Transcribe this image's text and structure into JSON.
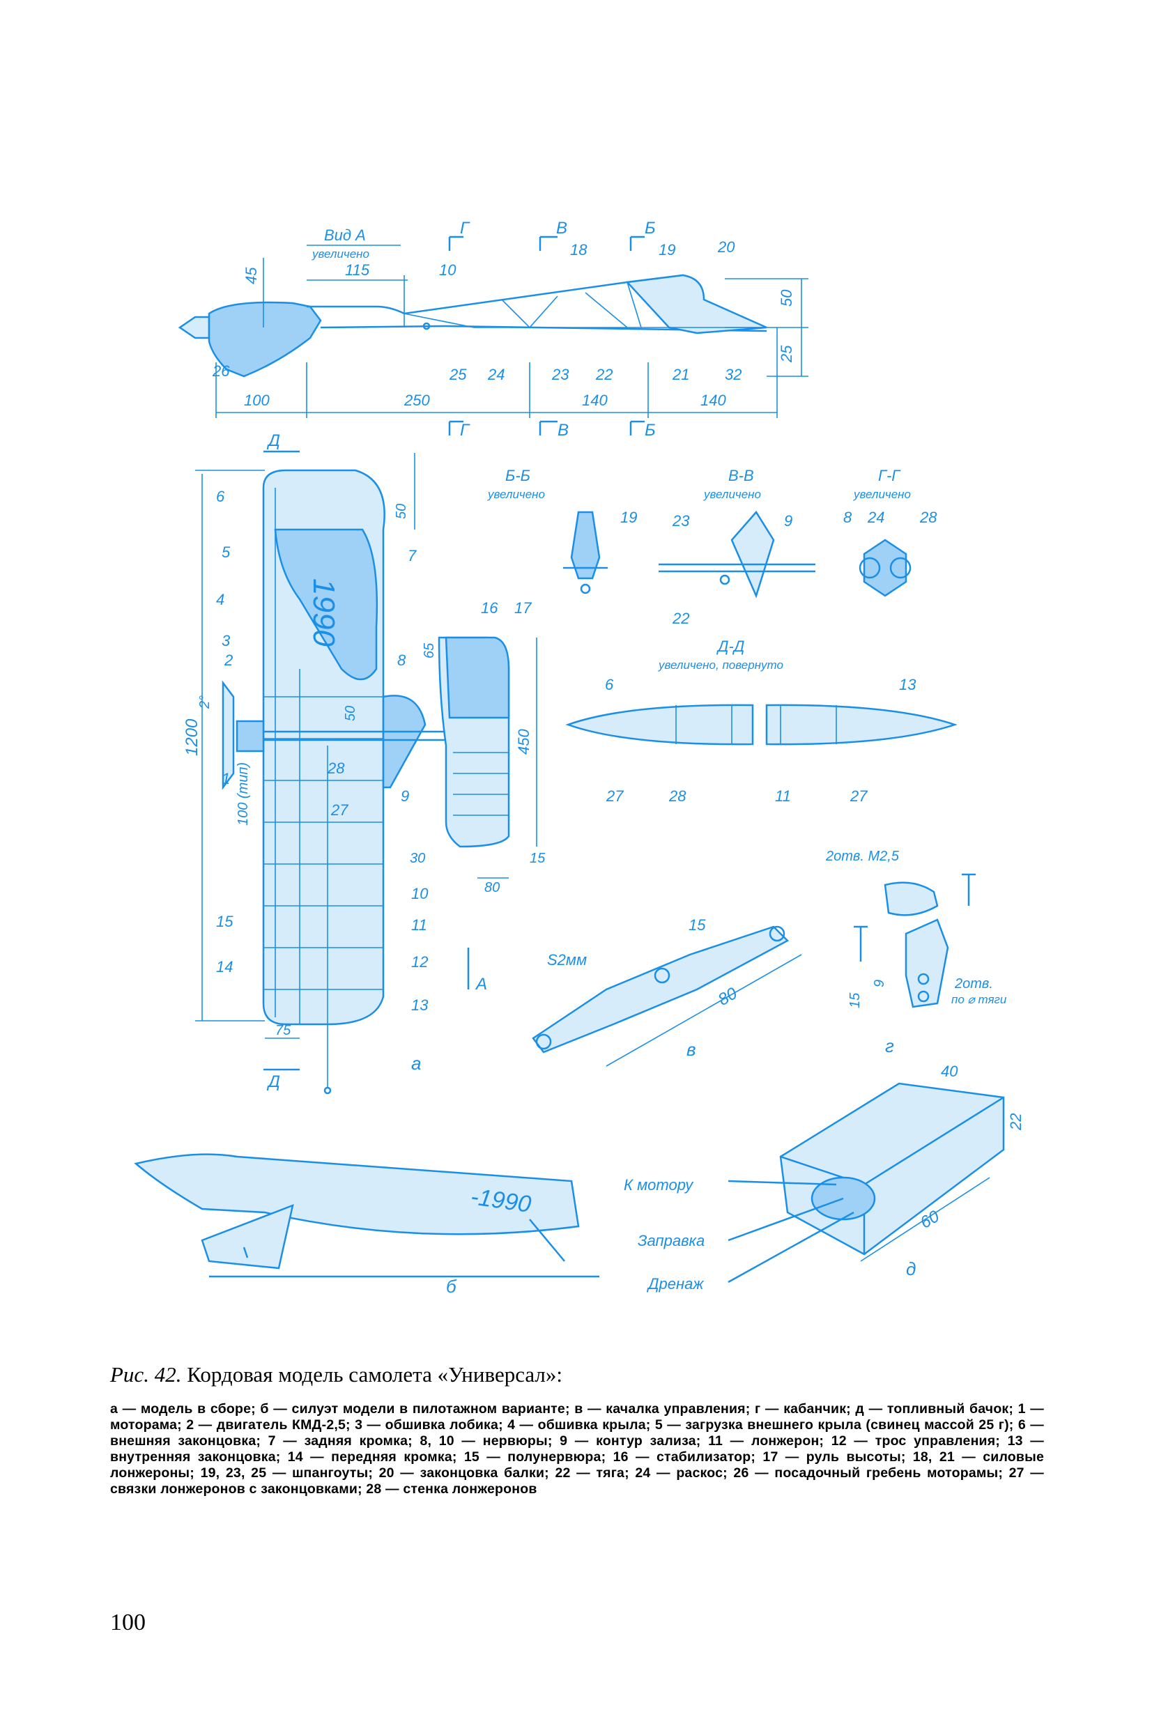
{
  "figure": {
    "labels": {
      "view_a": "Вид А",
      "view_a_sub": "увеличено",
      "section_bb": "Б-Б",
      "section_bb_sub": "увеличено",
      "section_vv": "В-В",
      "section_vv_sub": "увеличено",
      "section_gg": "Г-Г",
      "section_gg_sub": "увеличено",
      "section_dd": "Д-Д",
      "section_dd_sub": "увеличено, повернуто",
      "holes_m25": "2отв. М2,5",
      "holes_rod": "2отв.",
      "holes_rod_sub": "по ⌀ тяги",
      "s2mm": "S2мм",
      "to_motor": "К мотору",
      "refuel": "Заправка",
      "drain": "Дренаж",
      "wing_text": "1990",
      "silhouette_text": "-1990",
      "view_letter_a": "А",
      "marker_g": "Г",
      "marker_v": "В",
      "marker_b": "Б",
      "marker_d": "Д",
      "angle_2": "2°",
      "pitch_100": "100 (тип)",
      "sub_a": "а",
      "sub_b": "б",
      "sub_v": "в",
      "sub_g": "г",
      "sub_d": "д"
    },
    "dimensions": {
      "d45": "45",
      "d115": "115",
      "d10": "10",
      "d50": "50",
      "d25": "25",
      "d100": "100",
      "d250": "250",
      "d140a": "140",
      "d140b": "140",
      "d1200": "1200",
      "d65": "65",
      "d450": "450",
      "d30": "30",
      "d15": "15",
      "d80": "80",
      "d75": "75",
      "d15k": "15",
      "d80k": "80",
      "d9": "9",
      "d15g": "15",
      "d40": "40",
      "d22": "22",
      "d60": "60"
    },
    "callouts": [
      "1",
      "2",
      "3",
      "4",
      "5",
      "6",
      "7",
      "8",
      "9",
      "10",
      "11",
      "12",
      "13",
      "14",
      "15",
      "16",
      "17",
      "18",
      "19",
      "20",
      "21",
      "22",
      "23",
      "24",
      "25",
      "26",
      "27",
      "28",
      "32"
    ]
  },
  "caption": {
    "prefix": "Рис. 42.",
    "title": "Кордовая модель самолета «Универсал»:",
    "body": "а — модель в сборе; б — силуэт модели в пилотажном варианте; в — качалка управления; г — кабанчик; д — топливный бачок; 1 — моторама; 2 — двигатель КМД-2,5; 3 — обшивка лобика; 4 — обшивка крыла; 5 — загрузка внешнего крыла (свинец массой 25 г); 6 — внешняя законцовка; 7 — задняя кромка; 8, 10 — нервюры; 9 — контур зализа; 11 — лонжерон; 12 — трос управления; 13 — внутренняя законцовка; 14 — передняя кромка; 15 — полунервюра; 16 — стабилизатор; 17 — руль высоты; 18, 21 — силовые лонжероны; 19, 23, 25 — шпангоуты; 20 — законцовка балки; 22 — тяга; 24 — раскос; 26 — посадочный гребень моторамы; 27 — связки лонжеронов с законцовками; 28 — стенка лонжеронов"
  },
  "page_number": "100",
  "colors": {
    "drawing_blue": "#1a8fe8",
    "light_fill": "#d7ecfb"
  }
}
